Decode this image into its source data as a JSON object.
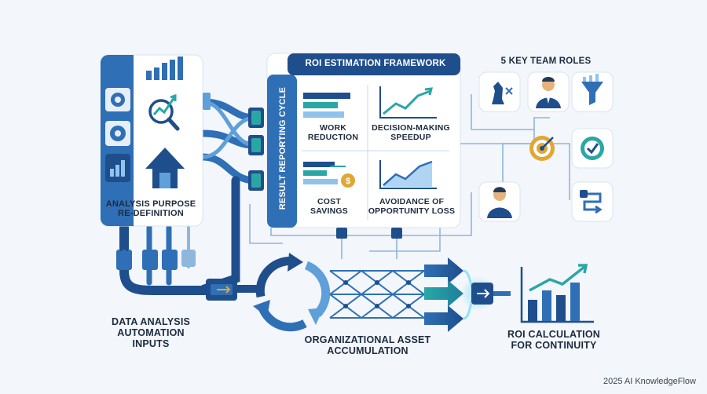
{
  "labels": {
    "analysis_purpose": "ANALYSIS PURPOSE\nRE-DEFINITION",
    "data_inputs": "DATA ANALYSIS\nAUTOMATION\nINPUTS",
    "framework_title": "ROI ESTIMATION FRAMEWORK",
    "cycle_label": "RESULT REPORTING CYCLE",
    "work_reduction": "WORK\nREDUCTION",
    "decision_speedup": "DECISION-MAKING\nSPEEDUP",
    "cost_savings": "COST\nSAVINGS",
    "opportunity_loss": "AVOIDANCE OF\nOPPORTUNITY LOSS",
    "team_roles": "5 KEY TEAM ROLES",
    "asset_accumulation": "ORGANIZATIONAL ASSET\nACCUMULATION",
    "roi_continuity": "ROI CALCULATION\nFOR CONTINUITY",
    "footer": "2025 AI KnowledgeFlow"
  },
  "icons": {
    "left_panel": [
      "gear-icon",
      "gear-icon",
      "bar-chart-icon",
      "magnifier-trend-icon",
      "house-arrow-icon"
    ],
    "team_roles": [
      "chess-strategy-icon",
      "person-avatar-icon",
      "funnel-icon",
      "target-icon",
      "check-badge-icon",
      "person-avatar-icon",
      "workflow-icon"
    ]
  },
  "colors": {
    "primary_dark": "#1f4e8c",
    "primary": "#2f6fb5",
    "light_blue": "#8fc3ee",
    "teal": "#2aa7a5",
    "gold": "#e2a632",
    "text": "#1c2b3f"
  }
}
